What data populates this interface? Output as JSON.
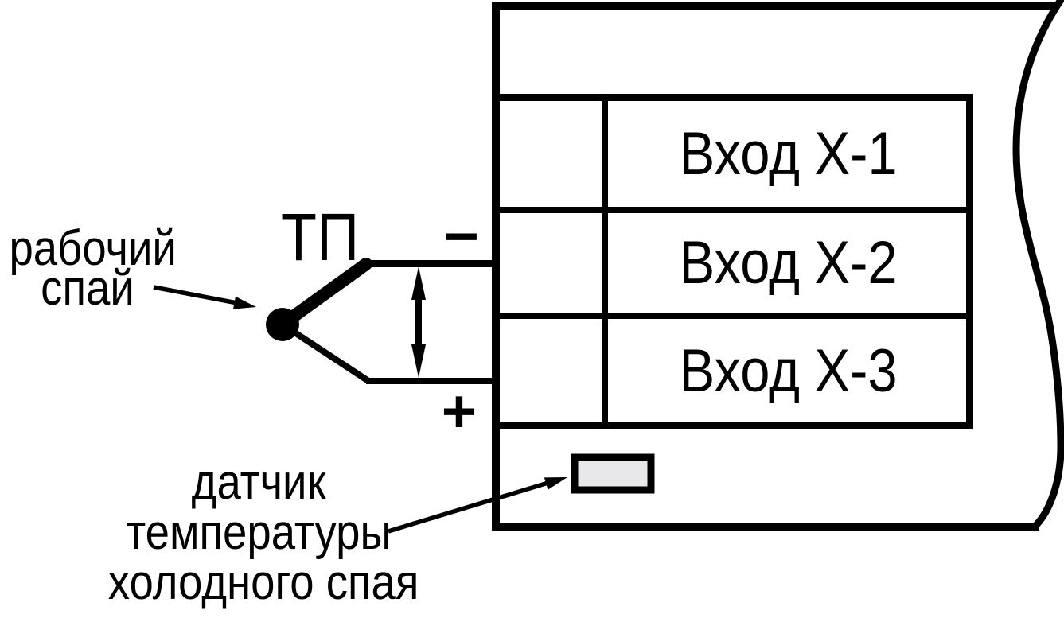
{
  "diagram": {
    "title_hint": "Подключение термопары к входам прибора",
    "labels": {
      "working_junction_line1": "рабочий",
      "working_junction_line2": "спай",
      "thermocouple": "ТП",
      "minus_sign": "−",
      "plus_sign": "+",
      "cold_junction_line1": "датчик",
      "cold_junction_line2": "температуры",
      "cold_junction_line3": "холодного спая"
    },
    "inputs": [
      {
        "label": "Вход Х-1"
      },
      {
        "label": "Вход Х-2"
      },
      {
        "label": "Вход Х-3"
      }
    ],
    "colors": {
      "line": "#000000",
      "background": "#ffffff",
      "sensor_fill": "#e8e8ea"
    }
  }
}
